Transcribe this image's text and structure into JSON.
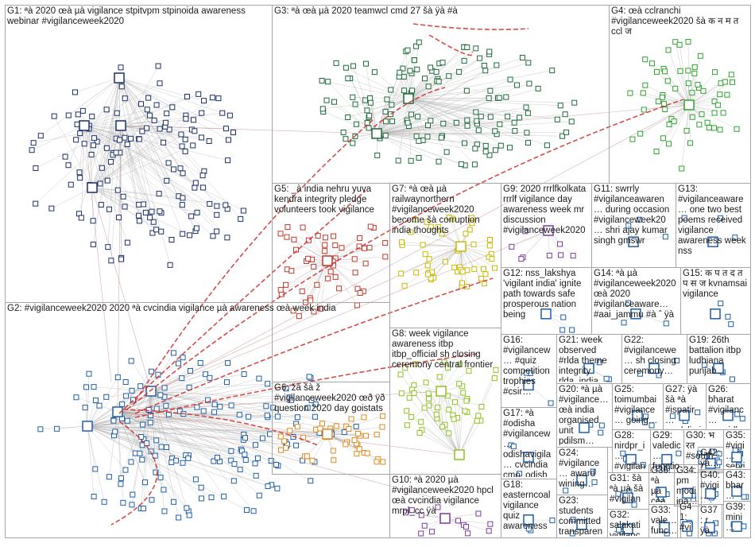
{
  "colors": {
    "background": "#ffffff",
    "border": "#a6a6a6",
    "edge_gray": "#b5b5b5",
    "edge_red": "#d12b2b",
    "node_blue": "#1f5fa8",
    "node_dark_green": "#1d6b3a",
    "node_green": "#2fa32f",
    "node_red": "#c0392b",
    "node_orange": "#e08a1e",
    "node_yellow": "#c9b800",
    "node_lime": "#8fc21f",
    "node_purple": "#7a3aa0",
    "node_navy": "#1c2f6b"
  },
  "groups": [
    {
      "id": "G1",
      "label": "G1: ªà 2020 œà µà vigilance stpitvpm stpinoida awareness webinar #vigilanceweek2020"
    },
    {
      "id": "G2",
      "label": "G2: #vigilanceweek2020 2020 ªà cvcindia vigilance µà awareness œà week india"
    },
    {
      "id": "G3",
      "label": "G3: ªà œà µà 2020 teamwcl cmd 27 šà ÿà #à"
    },
    {
      "id": "G4",
      "label": "G4: œà cclranchi #vigilanceweek2020 šà क न म त ccl ज"
    },
    {
      "id": "G5",
      "label": "G5: _à india nehru yuva kendra integrity pledge volunteers took vigilance"
    },
    {
      "id": "G6",
      "label": "G6: žà šà ž #vigilanceweek2020 œð ÿð question 2020 day goistats"
    },
    {
      "id": "G7",
      "label": "G7: ªà œà µà railwaynorthern #vigilanceweek2020 become šà corruption india thoughts"
    },
    {
      "id": "G8",
      "label": "G8: week vigilance awareness itbp itbp_official sh closing ceremony central frontier"
    },
    {
      "id": "G9",
      "label": "G9: 2020 rrrlfkolkata rrrlf vigilance day awareness week mr discussion #vigilanceweek2020"
    },
    {
      "id": "G10",
      "label": "G10: ªà 2020 µà #vigilanceweek2020 hpcl œà cvcindia vigilance mrpl_cc ÿà"
    },
    {
      "id": "G11",
      "label": "G11: swrrly #vigilanceawaren… during occasion #vigilanceweek20… shri ajay kumar singh gmswr"
    },
    {
      "id": "G12",
      "label": "G12: nss_lakshya 'vigilant india' ignite path towards safe prosperous nation being"
    },
    {
      "id": "G13",
      "label": "G13: #vigilanceaware… one two best poems received vigilance awareness week nss"
    },
    {
      "id": "G14",
      "label": "G14: ªà µà #vigilanceweek2020 œà 2020 #vigilanceaware… #aai_jammu #à ˆ ÿà"
    },
    {
      "id": "G15",
      "label": "G15: क प त द त प स ज kvnamsai vigilance"
    },
    {
      "id": "G16",
      "label": "G16: #vigilancew… #quiz competition trophies #csir…"
    },
    {
      "id": "G17",
      "label": "G17: ªà #odisha #vigilancew… odishavigila… cvcindia cmo_odish…"
    },
    {
      "id": "G18",
      "label": "G18: easterncoal vigilance quiz awareness…"
    },
    {
      "id": "G19",
      "label": "G19: 26th battalion itbp ludhiana punjab…"
    },
    {
      "id": "G20",
      "label": "G20: ªà µà #vigilance… œà india organised unit pdilsm…"
    },
    {
      "id": "G21",
      "label": "G21: week observed #rlda theme integrity rlda_india…"
    },
    {
      "id": "G22",
      "label": "G22: #vigilancewe… sh closing ceremony…"
    },
    {
      "id": "G23",
      "label": "G23: students committed transparen…"
    },
    {
      "id": "G24",
      "label": "G24: #vigilance… award wining…"
    },
    {
      "id": "G25",
      "label": "G25: toimumbai #vigilance… going…"
    },
    {
      "id": "G26",
      "label": "G26: bharat #vigilanc… samridh…"
    },
    {
      "id": "G27",
      "label": "G27: ÿà šà ªà #ispatir… nmdclimi…"
    },
    {
      "id": "G28",
      "label": "G28: nirdpr_i… #vigilan…"
    },
    {
      "id": "G29",
      "label": "G29: valedic… functio…"
    },
    {
      "id": "G30",
      "label": "G30: भ रत #south…"
    },
    {
      "id": "G31",
      "label": "G31: šà ªà µà šà #vigilan…"
    },
    {
      "id": "G32",
      "label": "G32: salakati vigilanc…"
    },
    {
      "id": "G33",
      "label": "G33: vale… func…"
    },
    {
      "id": "G34",
      "label": "G34: pm modi ina…"
    },
    {
      "id": "G35",
      "label": "G35: #vigi… servi…"
    },
    {
      "id": "G36",
      "label": "G36: ªà µà cea…"
    },
    {
      "id": "G37",
      "label": "G37: r ÿà…"
    },
    {
      "id": "G39",
      "label": "G39: mini…"
    },
    {
      "id": "G40",
      "label": "G40: #vigi… #vi…"
    },
    {
      "id": "G41",
      "label": "G41: #vi… …"
    },
    {
      "id": "G42",
      "label": "G42: ÿà… …"
    },
    {
      "id": "G43",
      "label": "G43: bhar… hyd…"
    }
  ]
}
